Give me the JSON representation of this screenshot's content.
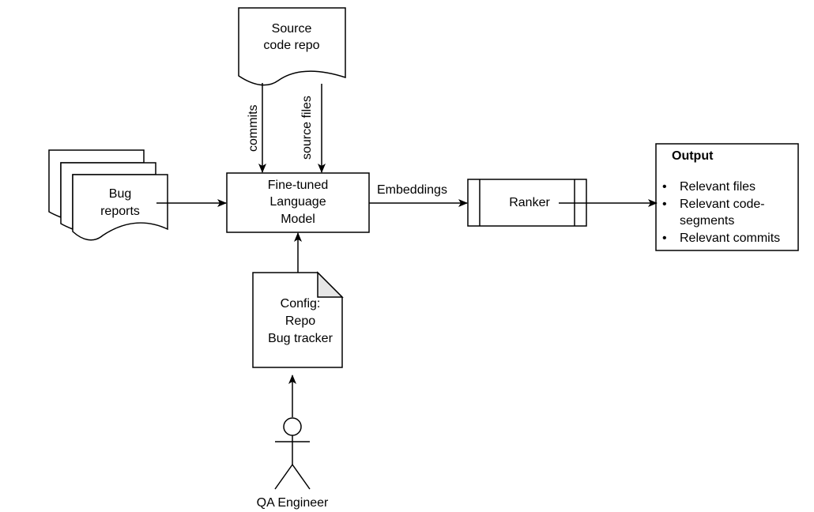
{
  "nodes": {
    "source_repo": "Source code repo",
    "source_repo_lines": [
      "Source",
      "code repo"
    ],
    "bug_reports_lines": [
      "Bug",
      "reports"
    ],
    "model_lines": [
      "Fine-tuned",
      "Language",
      "Model"
    ],
    "ranker": "Ranker",
    "config_lines": [
      "Config:",
      "Repo",
      "Bug tracker"
    ],
    "actor": "QA Engineer"
  },
  "edges": {
    "commits": "commits",
    "source_files": "source files",
    "embeddings": "Embeddings"
  },
  "output": {
    "title": "Output",
    "items": [
      "Relevant files",
      "Relevant code-segments",
      "Relevant commits"
    ]
  }
}
